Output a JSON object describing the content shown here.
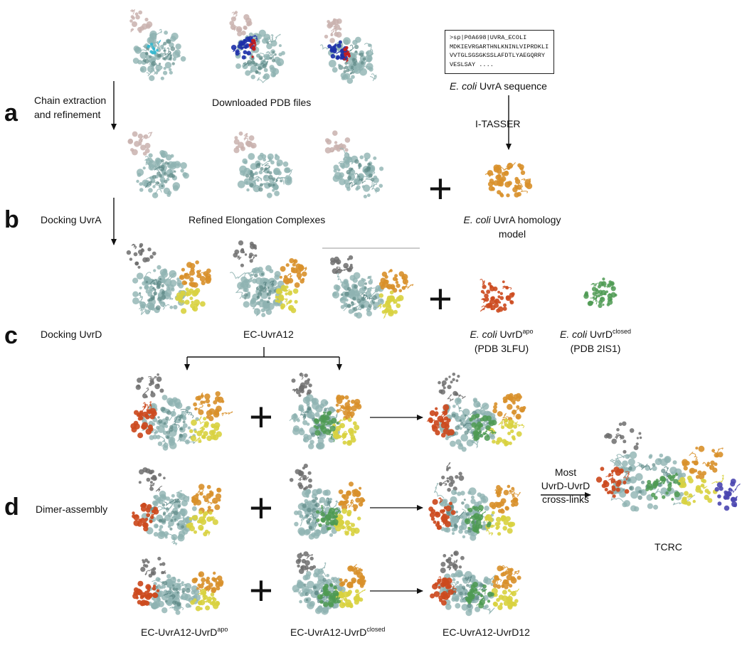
{
  "steps": {
    "a": "a",
    "b": "b",
    "c": "c",
    "d": "d",
    "a_action_line1": "Chain extraction",
    "a_action_line2": "and refinement",
    "b_action": "Docking UvrA",
    "c_action": "Docking UvrD",
    "d_action": "Dimer-assembly"
  },
  "labels": {
    "downloaded_pdb": "Downloaded PDB files",
    "ecoli_italic": "E. coli",
    "uvra_sequence_suffix": "UvrA sequence",
    "itasser": "I-TASSER",
    "refined_ec": "Refined Elongation Complexes",
    "uvra_homology_line1_suffix": "UvrA homology",
    "uvra_homology_line2": "model",
    "ec_uvra12": "EC-UvrA12",
    "uvrd_apo_prefix": "UvrD",
    "uvrd_apo_sup": "apo",
    "uvrd_apo_pdb": "(PDB 3LFU)",
    "uvrd_closed_prefix": "UvrD",
    "uvrd_closed_sup": "closed",
    "uvrd_closed_pdb": "(PDB 2IS1)",
    "most_line1": "Most",
    "most_line2": "UvrD-UvrD",
    "most_line3": "cross-links",
    "tcrc": "TCRC",
    "bottom_apo_prefix": "EC-UvrA12-UvrD",
    "bottom_apo_sup": "apo",
    "bottom_closed_prefix": "EC-UvrA12-UvrD",
    "bottom_closed_sup": "closed",
    "bottom_d12": "EC-UvrA12-UvrD12"
  },
  "sequence": {
    "line1": ">sp|P0A698|UVRA_ECOLI",
    "line2": "MDKIEVRGARTHNLKNINLVIPRDKLI",
    "line3": "VVTGLSGSGKSSLAFDTLYAEGQRRY",
    "line4": "VESLSAY ...."
  },
  "plus_sign": "+",
  "colors": {
    "rnap": "#8fb3b1",
    "rnap_dark": "#5f8a88",
    "sigma": "#c9b1ae",
    "uvra": "#d8902a",
    "uvra2": "#d8d23f",
    "uvrd_apo": "#cc4a1e",
    "uvrd_closed": "#4e9a52",
    "dna_blue": "#1c2fa8",
    "dna_red": "#c41e1e",
    "nusA": "#4a46b0",
    "grey": "#6d6d6d"
  }
}
